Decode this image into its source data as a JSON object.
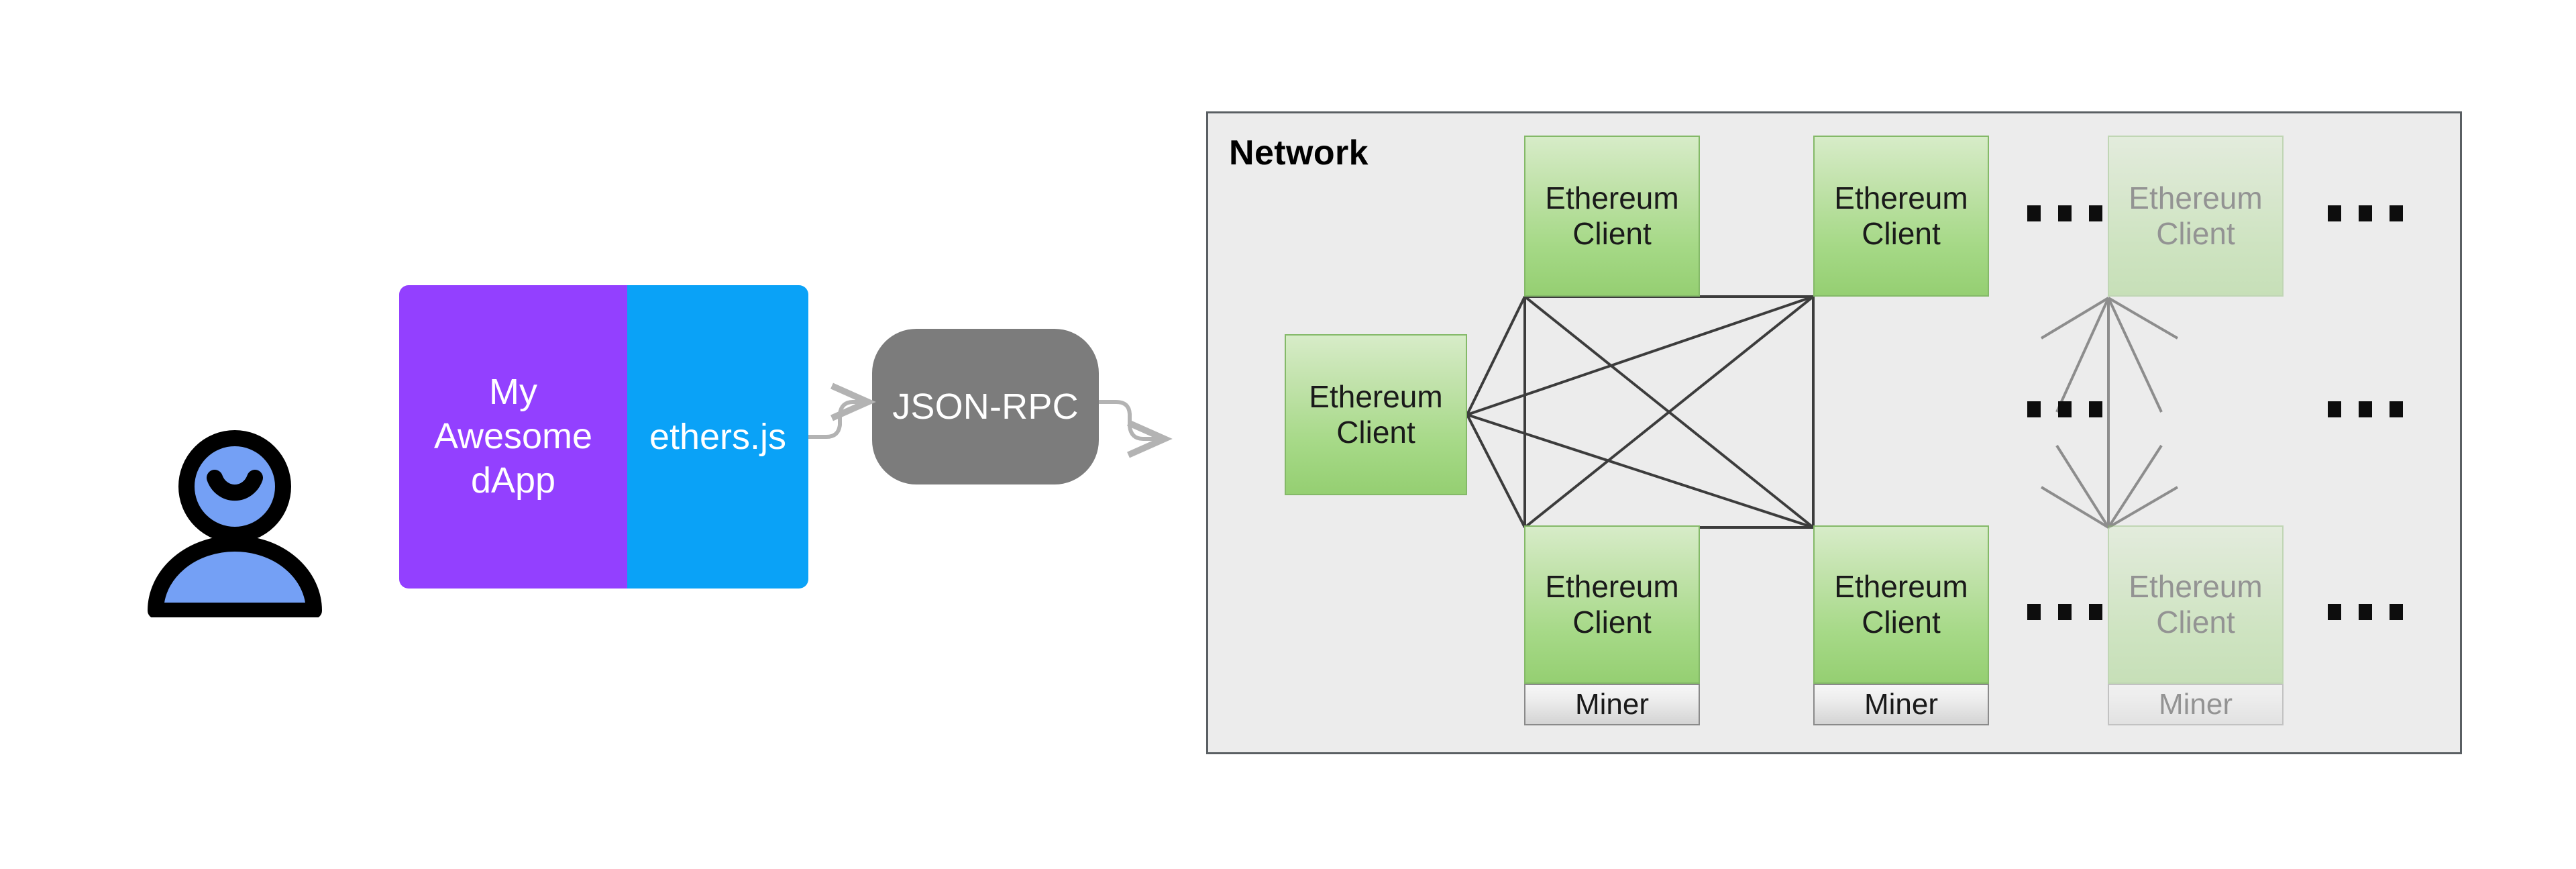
{
  "diagram": {
    "title_label": "Network",
    "actor": {
      "icon": "user-person-icon"
    },
    "app": {
      "dapp_label": "My\nAwesome\ndApp",
      "dapp_color": "#9340ff",
      "library_label": "ethers.js",
      "library_color": "#0aa2f7"
    },
    "protocol": {
      "label": "JSON-RPC",
      "color": "#7c7c7c"
    },
    "network": {
      "label": "Network",
      "background": "#ececec",
      "border_color": "#5a5f63",
      "node_color": "#a6d987",
      "node_border": "#84b968",
      "nodes": [
        {
          "id": "entry",
          "label": "Ethereum\nClient",
          "miner": null,
          "faded": false
        },
        {
          "id": "top-1",
          "label": "Ethereum\nClient",
          "miner": null,
          "faded": false
        },
        {
          "id": "top-2",
          "label": "Ethereum\nClient",
          "miner": null,
          "faded": false
        },
        {
          "id": "top-3",
          "label": "Ethereum\nClient",
          "miner": null,
          "faded": true
        },
        {
          "id": "bottom-1",
          "label": "Ethereum\nClient",
          "miner": "Miner",
          "faded": false
        },
        {
          "id": "bottom-2",
          "label": "Ethereum\nClient",
          "miner": "Miner",
          "faded": false
        },
        {
          "id": "bottom-3",
          "label": "Ethereum\nClient",
          "miner": "Miner",
          "faded": true
        }
      ],
      "ellipsis": "..."
    }
  }
}
